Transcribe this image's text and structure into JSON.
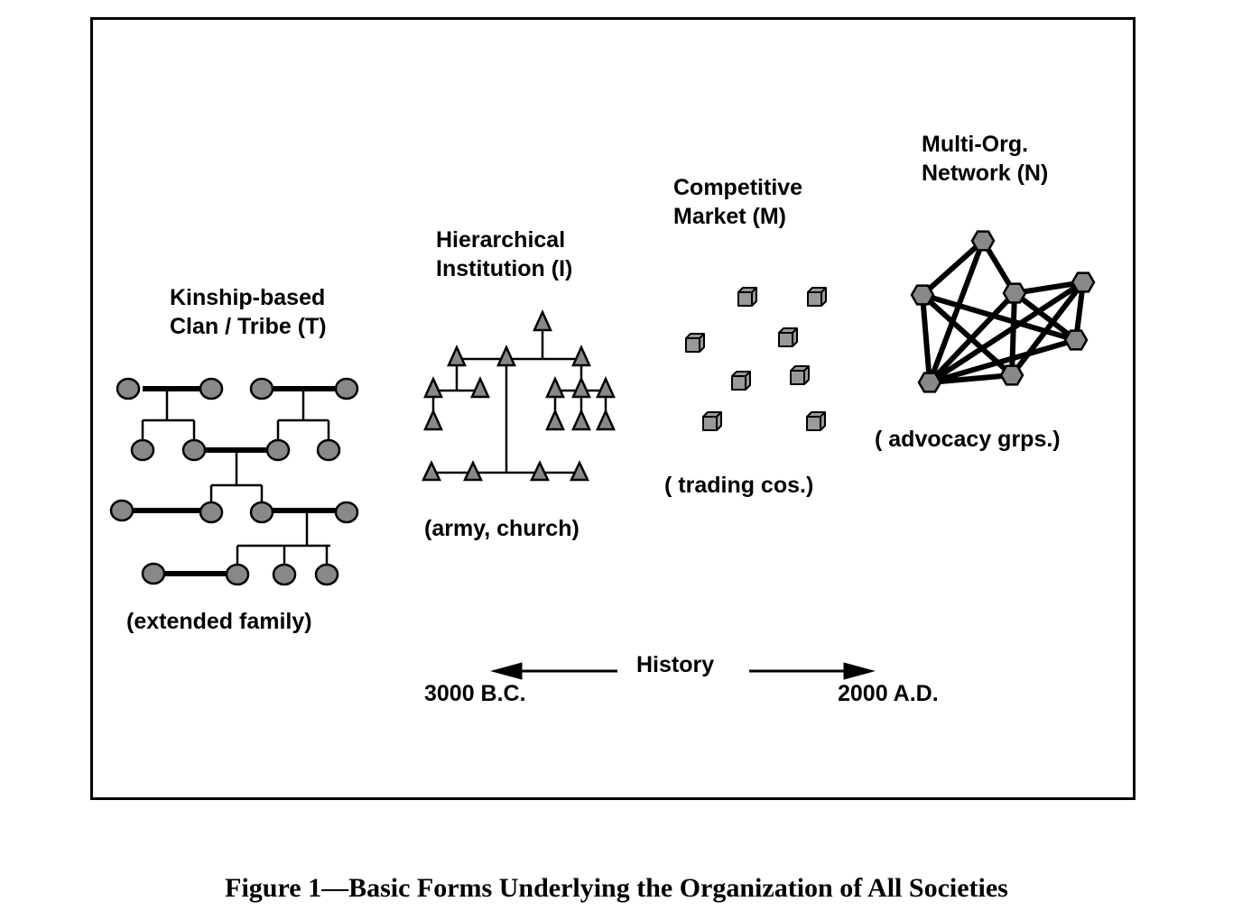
{
  "forms": {
    "kinship": {
      "title_line1": "Kinship-based",
      "title_line2": "Clan / Tribe (T)",
      "example": "(extended family)"
    },
    "hierarchical": {
      "title_line1": "Hierarchical",
      "title_line2": "Institution (I)",
      "example": "(army, church)"
    },
    "market": {
      "title_line1": "Competitive",
      "title_line2": "Market (M)",
      "example": "( trading cos.)"
    },
    "network": {
      "title_line1": "Multi-Org.",
      "title_line2": "Network (N)",
      "example": "( advocacy grps.)"
    }
  },
  "timeline": {
    "label": "History",
    "start": "3000 B.C.",
    "end": "2000 A.D."
  },
  "caption": "Figure 1—Basic Forms Underlying the Organization of All Societies",
  "colors": {
    "node_fill": "#888888",
    "stroke": "#000000"
  },
  "icons": {
    "kinship_node": "circle",
    "hierarchy_node": "triangle",
    "market_node": "cube",
    "network_node": "hexagon"
  }
}
